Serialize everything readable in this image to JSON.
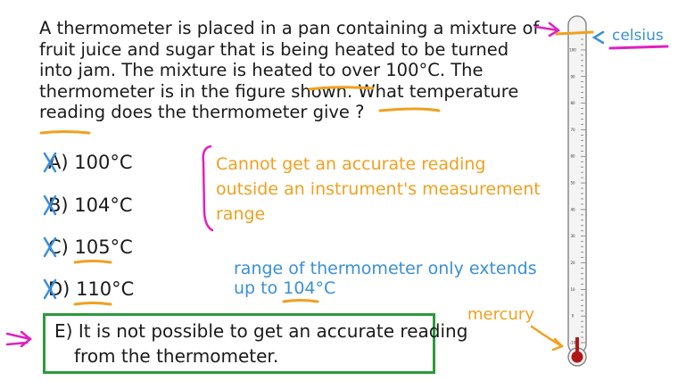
{
  "question": {
    "lines": [
      "A thermometer is placed in a pan containing a mixture of",
      "fruit juice and sugar that is being heated to be turned",
      "into jam. The mixture is heated to over 100°C. The",
      "thermometer is in the figure shown. What temperature",
      "reading does the thermometer give ?"
    ]
  },
  "options": [
    {
      "letter": "A)",
      "text": "100°C"
    },
    {
      "letter": "B)",
      "text": "104°C"
    },
    {
      "letter": "C)",
      "text": "105°C"
    },
    {
      "letter": "D)",
      "text": "110°C"
    },
    {
      "letter": "E)",
      "line1": "It is not possible to get an accurate reading",
      "line2": "from the thermometer."
    }
  ],
  "note_orange": [
    "Cannot get an accurate reading",
    "outside an instrument's measurement",
    "range"
  ],
  "note_blue": [
    "range of thermometer only extends",
    "up to 104°C"
  ],
  "labels": {
    "mercury": "mercury",
    "celsius": "celsius"
  },
  "thermometer": {
    "scale_min": -10,
    "scale_max": 104,
    "tick_labels": [
      "100",
      "90",
      "80",
      "70",
      "60",
      "50",
      "40",
      "30",
      "20",
      "10",
      "0",
      "-10"
    ],
    "mercury_reading": -8
  },
  "colors": {
    "orange": "#f0a020",
    "blue": "#3a8fd8",
    "magenta": "#e020c0",
    "green": "#2c9a3c",
    "mercury": "#b01818"
  }
}
